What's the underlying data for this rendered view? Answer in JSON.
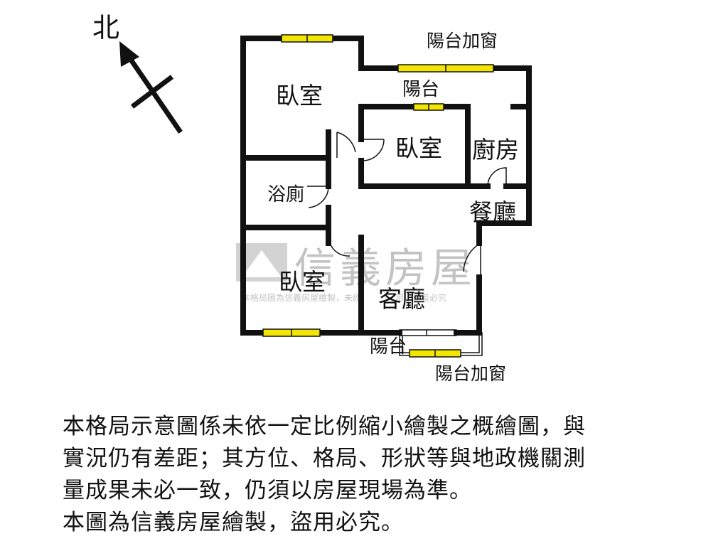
{
  "compass": {
    "north_label": "北"
  },
  "rooms": {
    "bedroom_top": "臥室",
    "bedroom_middle": "臥室",
    "bedroom_bottom": "臥室",
    "bathroom": "浴廁",
    "kitchen": "廚房",
    "dining": "餐廳",
    "living": "客廳",
    "balcony_top": "陽台",
    "balcony_bottom": "陽台"
  },
  "annotations": {
    "balcony_window_top": "陽台加窗",
    "balcony_window_bottom": "陽台加窗"
  },
  "watermark": {
    "brand": "信義房屋",
    "fine_print": "本格局圖為信義房屋繪製，未經　　　　用，違者必究"
  },
  "disclaimer": {
    "line1": "本格局示意圖係未依一定比例縮小繪製之概繪圖，與",
    "line2": "實況仍有差距；其方位、格局、形狀等與地政機關測",
    "line3": "量成果未必一致，仍須以房屋現場為準。",
    "line4": "本圖為信義房屋繪製，盜用必究。"
  },
  "colors": {
    "wall": "#111111",
    "window": "#f2e600",
    "watermark": "#bdbdbd"
  }
}
